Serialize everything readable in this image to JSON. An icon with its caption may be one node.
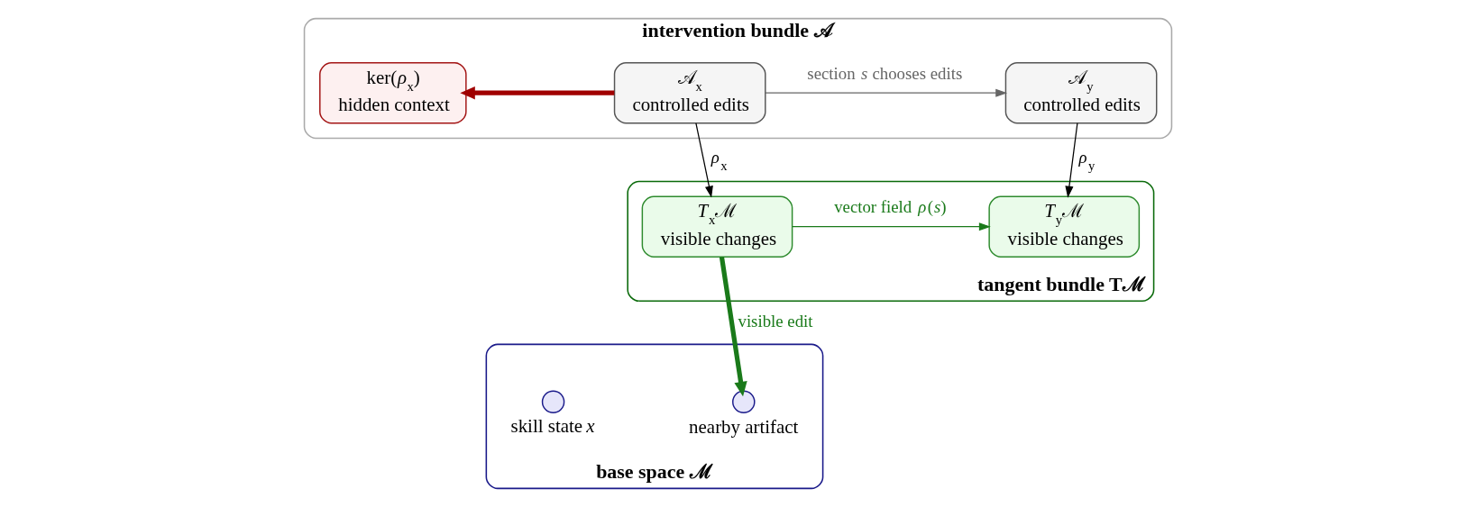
{
  "diagram": {
    "nodes": [
      {
        "text": [
          "intervention bundle 𝒜"
        ]
      },
      {
        "text": [
          "ker(*ρ*$_{x}$)",
          "hidden context"
        ],
        "in": 0
      },
      {
        "text": [
          "𝒜$_{x}$",
          "controlled edits"
        ],
        "in": 0
      },
      {
        "text": [
          "𝒜$_{y}$",
          "controlled edits"
        ],
        "in": 0
      },
      {
        "text": [
          "tangent bundle Tℳ"
        ]
      },
      {
        "text": [
          "*T*$_{x}$ℳ",
          "visible changes"
        ],
        "in": 4
      },
      {
        "text": [
          "*T*$_{y}$ℳ",
          "visible changes"
        ],
        "in": 4
      },
      {
        "text": [
          "base space ℳ"
        ]
      },
      {
        "text": [],
        "shape": "circle",
        "in": 7,
        "beside": [
          "skill state *x*"
        ]
      },
      {
        "text": [],
        "shape": "circle",
        "in": 7,
        "beside": [
          "nearby artifact"
        ]
      }
    ],
    "edges": [
      {
        "from": 2,
        "to": 1,
        "arrow": "to",
        "style": "thick",
        "color": "#a00000"
      },
      {
        "from": 2,
        "to": 3,
        "arrow": "to",
        "label": "section *s* chooses edits",
        "color": "#666666"
      },
      {
        "from": 2,
        "to": 5,
        "arrow": "to",
        "label": "*ρ*$_{x}$"
      },
      {
        "from": 3,
        "to": 6,
        "arrow": "to",
        "label": "*ρ*$_{y}$"
      },
      {
        "from": 5,
        "to": 6,
        "arrow": "to",
        "label": "vector field *ρ*(*s*)",
        "color": "#1a7a1a"
      },
      {
        "from": 5,
        "to": 9,
        "arrow": "to",
        "label": "visible edit",
        "style": "thick",
        "color": "#1a7a1a"
      }
    ]
  }
}
